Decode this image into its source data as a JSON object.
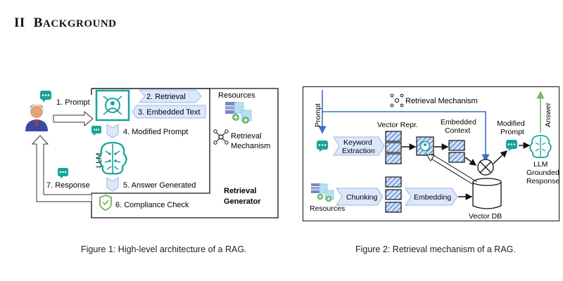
{
  "section": {
    "number": "II",
    "title_first": "B",
    "title_rest": "ACKGROUND"
  },
  "figure1": {
    "prompt": "1. Prompt",
    "retrieval": "2. Retrieval",
    "embedded_text": "3. Embedded Text",
    "modified_prompt": "4. Modified Prompt",
    "answer_generated": "5. Answer Generated",
    "compliance_check": "6. Compliance Check",
    "response": "7. Response",
    "llm": "LLM",
    "resources": "Resources",
    "retrieval_mechanism_1": "Retrieval",
    "retrieval_mechanism_2": "Mechanism",
    "retrieval_generator_1": "Retrieval",
    "retrieval_generator_2": "Generator",
    "caption": "Figure 1: High-level architecture of a RAG."
  },
  "figure2": {
    "title": "Retrieval Mechanism",
    "prompt": "Prompt",
    "vector_repr": "Vector Repr.",
    "embedded_context_1": "Embedded",
    "embedded_context_2": "Context",
    "modified_prompt_1": "Modified",
    "modified_prompt_2": "Prompt",
    "answer": "Answer",
    "keyword_1": "Keyword",
    "keyword_2": "Extraction",
    "chunking": "Chunking",
    "embedding": "Embedding",
    "resources": "Resources",
    "vector_db": "Vector DB",
    "llm_1": "LLM",
    "llm_2": "Grounded",
    "llm_3": "Response",
    "caption": "Figure 2: Retrieval mechanism of a RAG."
  },
  "colors": {
    "teal": "#1aa39a",
    "chevron_fill": "#dbe8fb",
    "chevron_stroke": "#9bb6e0",
    "hatch": "#3c6fc8",
    "green": "#7ab86a",
    "purple": "#7b84c9"
  }
}
